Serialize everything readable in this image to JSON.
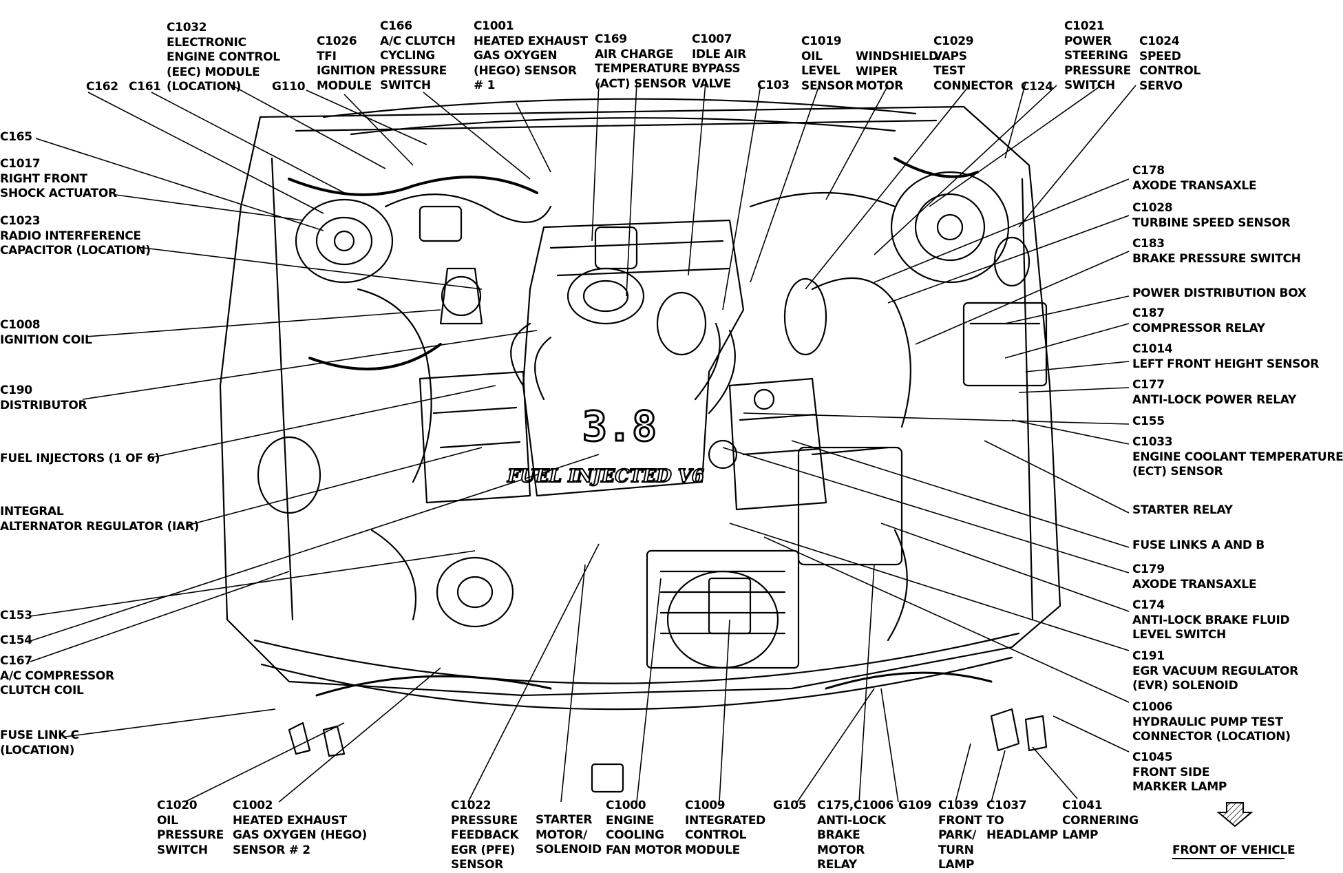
{
  "diagram": {
    "labels": {
      "c1032": "C1032\nELECTRONIC\nENGINE CONTROL\n(EEC) MODULE\n(LOCATION)",
      "c162": "C162",
      "c161": "C161",
      "c1026": "C1026\nTFI\nIGNITION\nMODULE",
      "g110": "G110",
      "c166": "C166\nA/C CLUTCH\nCYCLING\nPRESSURE\nSWITCH",
      "c1001": "C1001\nHEATED EXHAUST\nGAS OXYGEN\n(HEGO) SENSOR\n# 1",
      "c169": "C169\nAIR CHARGE\nTEMPERATURE\n(ACT) SENSOR",
      "c1007": "C1007\nIDLE AIR\nBYPASS\nVALVE",
      "c103": "C103",
      "c1019": "C1019\nOIL\nLEVEL\nSENSOR",
      "wiper": "WINDSHIELD\nWIPER\nMOTOR",
      "c1029": "C1029\nVAPS\nTEST\nCONNECTOR",
      "c124": "C124",
      "c1021": "C1021\nPOWER\nSTEERING\nPRESSURE\nSWITCH",
      "c1024": "C1024\nSPEED\nCONTROL\nSERVO",
      "c165": "C165",
      "c1017": "C1017\nRIGHT FRONT\nSHOCK ACTUATOR",
      "c1023": "C1023\nRADIO INTERFERENCE\nCAPACITOR (LOCATION)",
      "c1008": "C1008\nIGNITION COIL",
      "c190": "C190\nDISTRIBUTOR",
      "injectors": "FUEL INJECTORS (1 OF 6)",
      "iar": "INTEGRAL\nALTERNATOR REGULATOR (IAR)",
      "c153": "C153",
      "c154": "C154",
      "c167": "C167\nA/C COMPRESSOR\nCLUTCH COIL",
      "fuselinkc": "FUSE LINK C\n(LOCATION)",
      "c178": "C178\nAXODE TRANSAXLE",
      "c1028": "C1028\nTURBINE SPEED SENSOR",
      "c183": "C183\nBRAKE PRESSURE SWITCH",
      "pdb": "POWER DISTRIBUTION BOX",
      "c187": "C187\nCOMPRESSOR RELAY",
      "c1014": "C1014\nLEFT FRONT HEIGHT SENSOR",
      "c177": "C177\nANTI-LOCK POWER RELAY",
      "c155": "C155",
      "c1033": "C1033\nENGINE COOLANT TEMPERATURE\n(ECT) SENSOR",
      "starterrelay": "STARTER RELAY",
      "fuselinksab": "FUSE LINKS A AND B",
      "c179": "C179\nAXODE TRANSAXLE",
      "c174": "C174\nANTI-LOCK BRAKE FLUID\nLEVEL SWITCH",
      "c191": "C191\nEGR VACUUM REGULATOR\n(EVR) SOLENOID",
      "c1006r": "C1006\nHYDRAULIC PUMP TEST\nCONNECTOR (LOCATION)",
      "c1045": "C1045\nFRONT SIDE\nMARKER LAMP",
      "c1020": "C1020\nOIL\nPRESSURE\nSWITCH",
      "c1002": "C1002\nHEATED EXHAUST\nGAS OXYGEN (HEGO)\nSENSOR # 2",
      "c1022": "C1022\nPRESSURE\nFEEDBACK\nEGR (PFE)\nSENSOR",
      "startermotor": "STARTER\nMOTOR/\nSOLENOID",
      "c1000": "C1000\nENGINE\nCOOLING\nFAN MOTOR",
      "c1009": "C1009\nINTEGRATED\nCONTROL\nMODULE",
      "g105": "G105",
      "c175": "C175,C1006\nANTI-LOCK\nBRAKE\nMOTOR\nRELAY",
      "g109": "G109",
      "c1039": "C1039\nFRONT\nPARK/\nTURN\nLAMP",
      "c1037": "C1037\nTO\nHEADLAMP",
      "c1041": "C1041\nCORNERING\nLAMP",
      "front": "FRONT OF VEHICLE"
    },
    "engine_badge": {
      "displacement": "3.8",
      "script": "FUEL INJECTED V6"
    }
  }
}
